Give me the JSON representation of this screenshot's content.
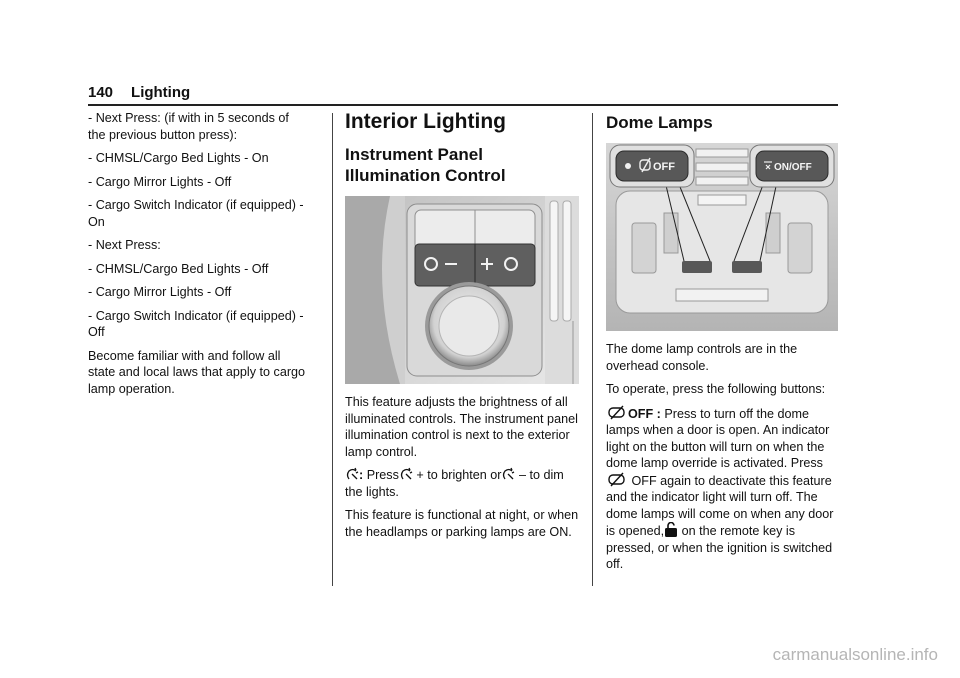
{
  "header": {
    "page_number": "140",
    "section": "Lighting"
  },
  "col1": {
    "paragraphs": [
      "- Next Press: (if with in 5 seconds of the previous button press):",
      "- CHMSL/Cargo Bed Lights - On",
      "- Cargo Mirror Lights - Off",
      "- Cargo Switch Indicator (if equipped) - On",
      "- Next Press:",
      "- CHMSL/Cargo Bed Lights - Off",
      "- Cargo Mirror Lights - Off",
      "- Cargo Switch Indicator (if equipped) - Off",
      "Become familiar with and follow all state and local laws that apply to cargo lamp operation."
    ]
  },
  "col2": {
    "h1": "Interior Lighting",
    "h2": "Instrument Panel Illumination Control",
    "p1": "This feature adjusts the brightness of all illuminated controls. The instrument panel illumination control is next to the exterior lamp control.",
    "p2_label": ":",
    "p2_a": " Press",
    "p2_b": " + to brighten or",
    "p2_c": " – to dim the lights.",
    "p3": "This feature is functional at night, or when the headlamps or parking lamps are ON."
  },
  "col3": {
    "h2": "Dome Lamps",
    "p1": "The dome lamp controls are in the overhead console.",
    "p2": "To operate, press the following buttons:",
    "p3_label": "OFF :",
    "p3_a": " Press to turn off the dome lamps when a door is open. An indicator light on the button will turn on when the dome lamp override is activated. Press",
    "p3_b": " OFF again to deactivate this feature and the indicator light will turn off. The dome lamps will come on when any door is opened,",
    "p3_c": " on the remote key is pressed, or when the ignition is switched off.",
    "button_left": "OFF",
    "button_right": "ON/OFF"
  },
  "watermark": "carmanualsonline.info"
}
